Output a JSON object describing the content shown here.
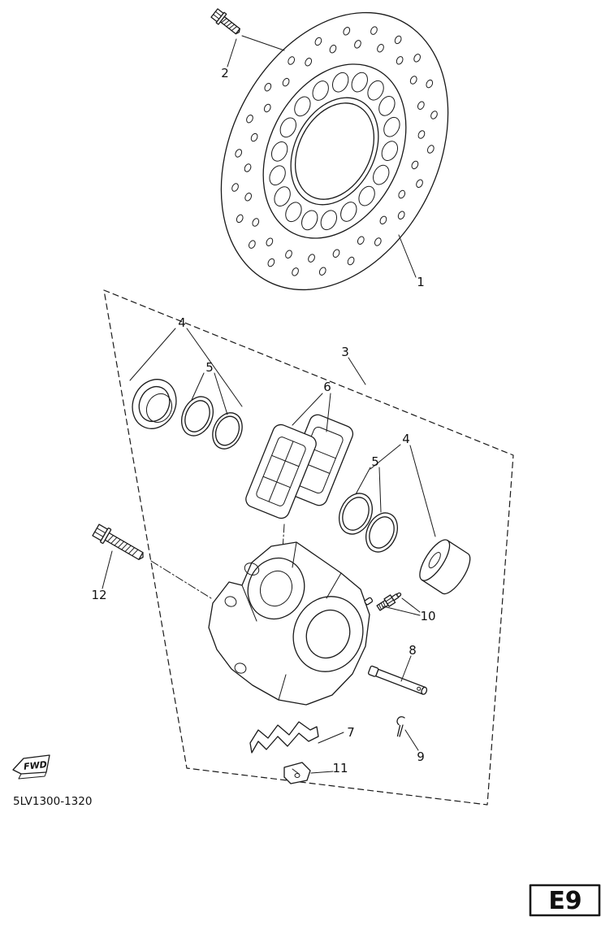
{
  "diagram": {
    "code": "5LV1300-1320",
    "fwd_label": "FWD",
    "page_ref": "E9"
  },
  "callouts": [
    {
      "number": "1"
    },
    {
      "number": "2"
    },
    {
      "number": "3"
    },
    {
      "number": "4"
    },
    {
      "number": "5"
    },
    {
      "number": "6"
    },
    {
      "number": "7"
    },
    {
      "number": "8"
    },
    {
      "number": "9"
    },
    {
      "number": "10"
    },
    {
      "number": "11"
    },
    {
      "number": "12"
    }
  ]
}
